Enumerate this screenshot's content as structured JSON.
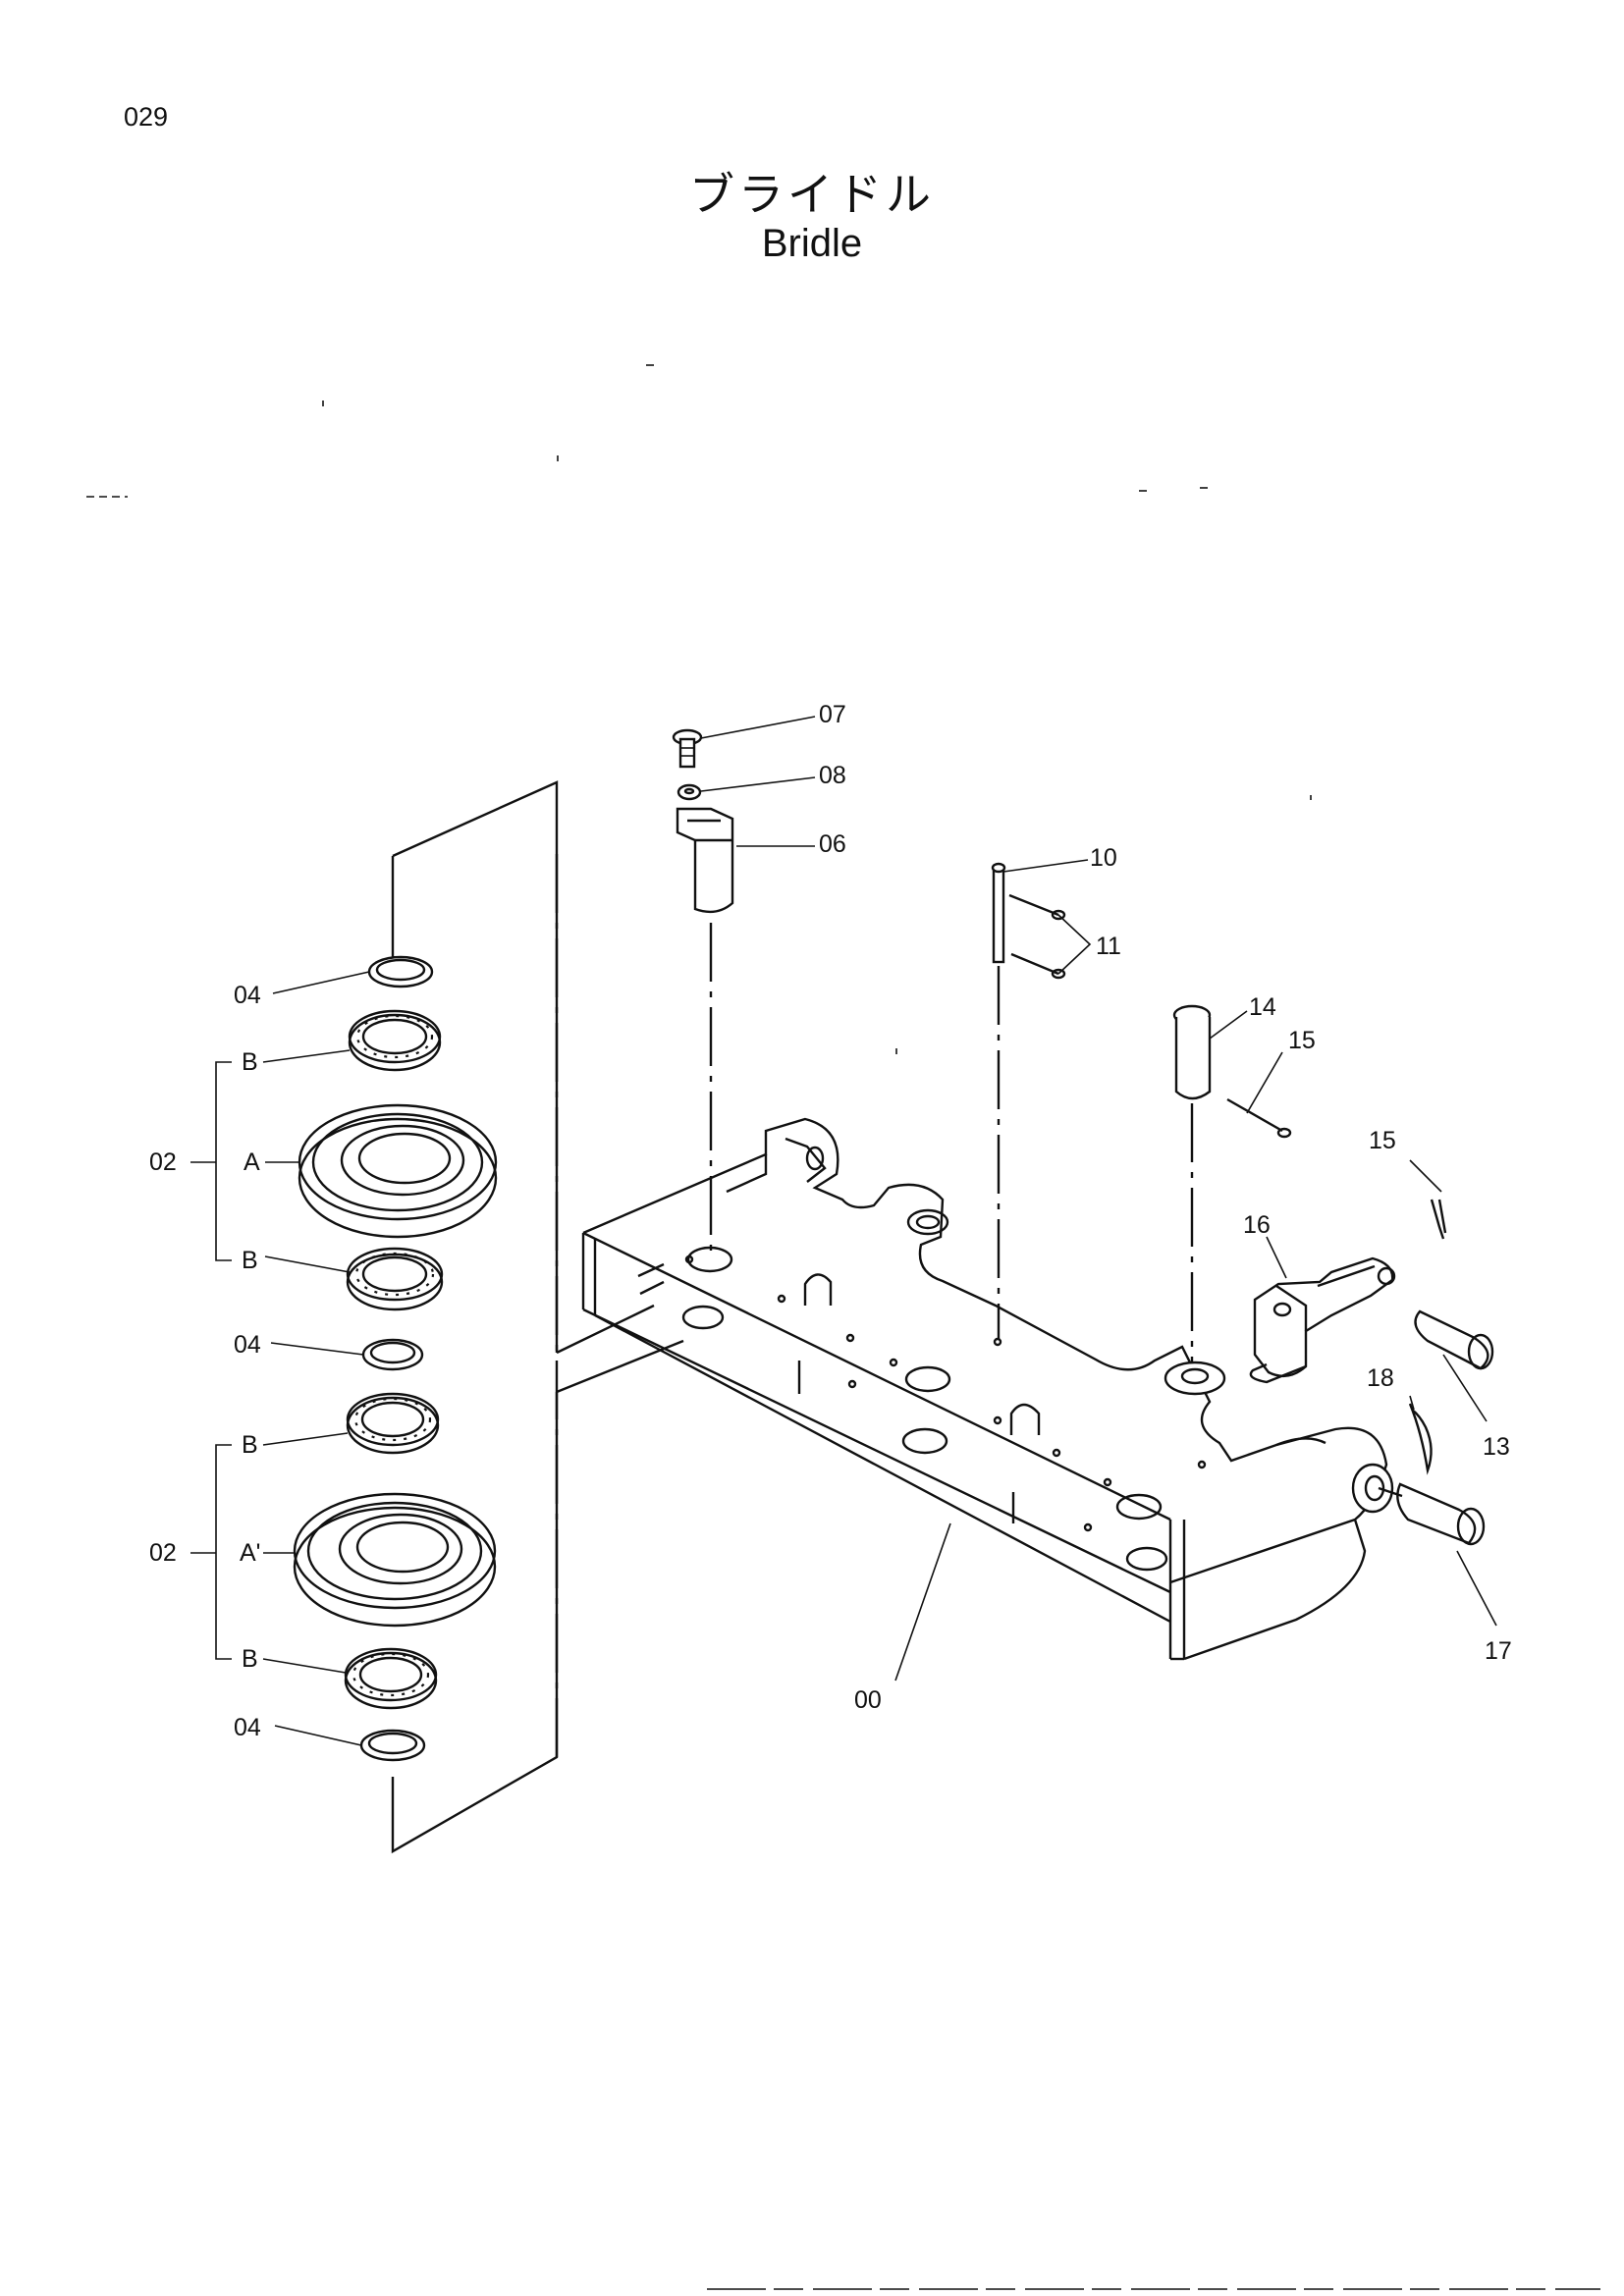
{
  "page": {
    "number": "029"
  },
  "title": {
    "japanese": "ブライドル",
    "english": "Bridle"
  },
  "callouts": {
    "c00": "00",
    "c02a": "02",
    "c02b": "02",
    "c04a": "04",
    "c04b": "04",
    "c04c": "04",
    "c06": "06",
    "c07": "07",
    "c08": "08",
    "c10": "10",
    "c11": "11",
    "c13": "13",
    "c14": "14",
    "c15a": "15",
    "c15b": "15",
    "c16": "16",
    "c17": "17",
    "c18": "18",
    "sub_A1": "A",
    "sub_A2": "A'",
    "sub_B1": "B",
    "sub_B2": "B",
    "sub_B3": "B",
    "sub_B4": "B"
  }
}
